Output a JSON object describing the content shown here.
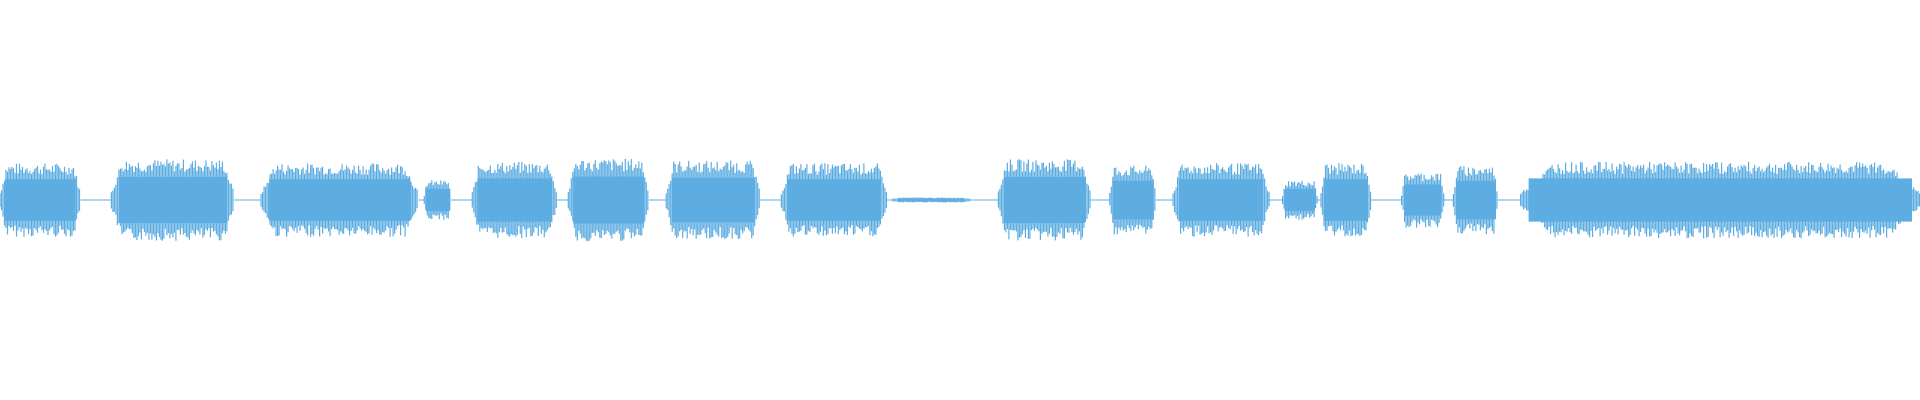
{
  "waveform": {
    "color": "#5dade2",
    "background": "#ffffff",
    "segments": [
      {
        "start": 0.0,
        "end": 0.042,
        "amp": 0.56
      },
      {
        "start": 0.058,
        "end": 0.122,
        "amp": 0.62
      },
      {
        "start": 0.136,
        "end": 0.218,
        "amp": 0.56
      },
      {
        "start": 0.221,
        "end": 0.235,
        "amp": 0.3
      },
      {
        "start": 0.246,
        "end": 0.29,
        "amp": 0.58
      },
      {
        "start": 0.296,
        "end": 0.338,
        "amp": 0.63
      },
      {
        "start": 0.347,
        "end": 0.396,
        "amp": 0.6
      },
      {
        "start": 0.407,
        "end": 0.462,
        "amp": 0.56
      },
      {
        "start": 0.465,
        "end": 0.505,
        "amp": 0.04
      },
      {
        "start": 0.52,
        "end": 0.568,
        "amp": 0.62
      },
      {
        "start": 0.578,
        "end": 0.602,
        "amp": 0.52
      },
      {
        "start": 0.611,
        "end": 0.661,
        "amp": 0.56
      },
      {
        "start": 0.668,
        "end": 0.686,
        "amp": 0.3
      },
      {
        "start": 0.688,
        "end": 0.714,
        "amp": 0.56
      },
      {
        "start": 0.73,
        "end": 0.752,
        "amp": 0.42
      },
      {
        "start": 0.757,
        "end": 0.78,
        "amp": 0.52
      },
      {
        "start": 0.792,
        "end": 1.0,
        "amp": 0.58
      }
    ]
  }
}
